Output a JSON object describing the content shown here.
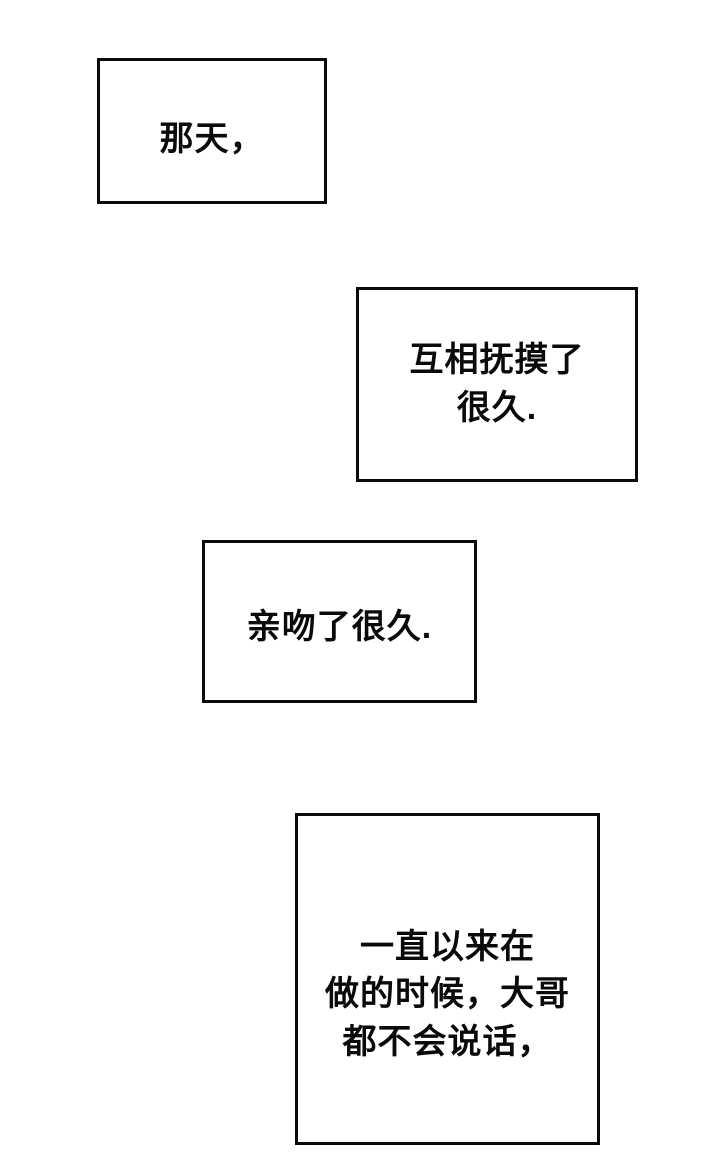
{
  "page": {
    "type": "comic-page",
    "background_color": "#ffffff",
    "panel_border_color": "#0a0a0a",
    "text_color": "#0a0a0a"
  },
  "panels": [
    {
      "text": "那天，"
    },
    {
      "text": "互相抚摸了\n很久."
    },
    {
      "text": "亲吻了很久."
    },
    {
      "text": "一直以来在\n做的时候，大哥\n都不会说话，"
    }
  ]
}
